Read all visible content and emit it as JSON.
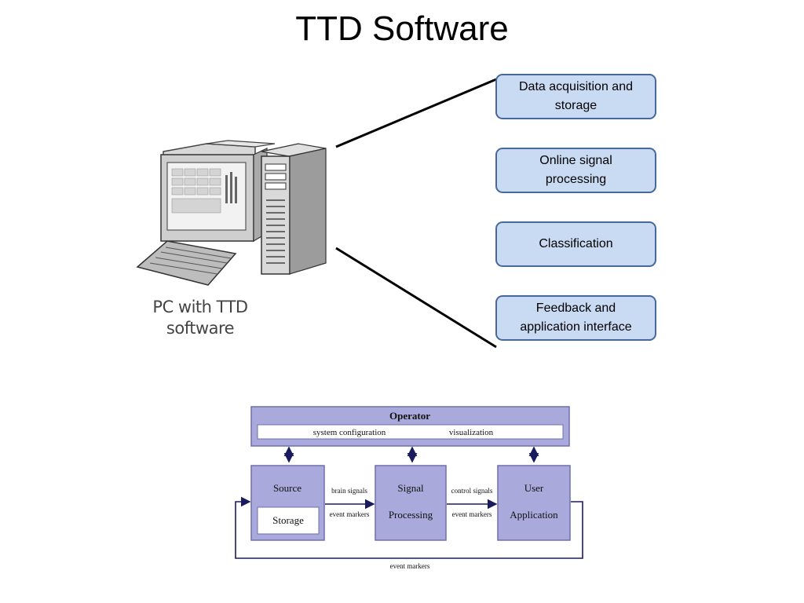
{
  "slide": {
    "title": "TTD Software"
  },
  "pc": {
    "caption_line1": "PC with TTD",
    "caption_line2": "software"
  },
  "features": [
    {
      "line1": "Data acquisition and",
      "line2": "storage"
    },
    {
      "line1": "Online signal",
      "line2": "processing"
    },
    {
      "line1": "Classification",
      "line2": ""
    },
    {
      "line1": "Feedback and",
      "line2": "application interface"
    }
  ],
  "architecture": {
    "operator": "Operator",
    "system_configuration": "system configuration",
    "visualization": "visualization",
    "source": "Source",
    "storage": "Storage",
    "signal_line1": "Signal",
    "signal_line2": "Processing",
    "user_line1": "User",
    "user_line2": "Application",
    "brain_signals": "brain signals",
    "event_markers_1": "event markers",
    "control_signals": "control signals",
    "event_markers_2": "event markers",
    "event_markers_bottom": "event markers",
    "colors": {
      "box_fill": "#a9a9dc",
      "box_border": "#6f6fae",
      "arrow": "#1a1a5e"
    }
  }
}
